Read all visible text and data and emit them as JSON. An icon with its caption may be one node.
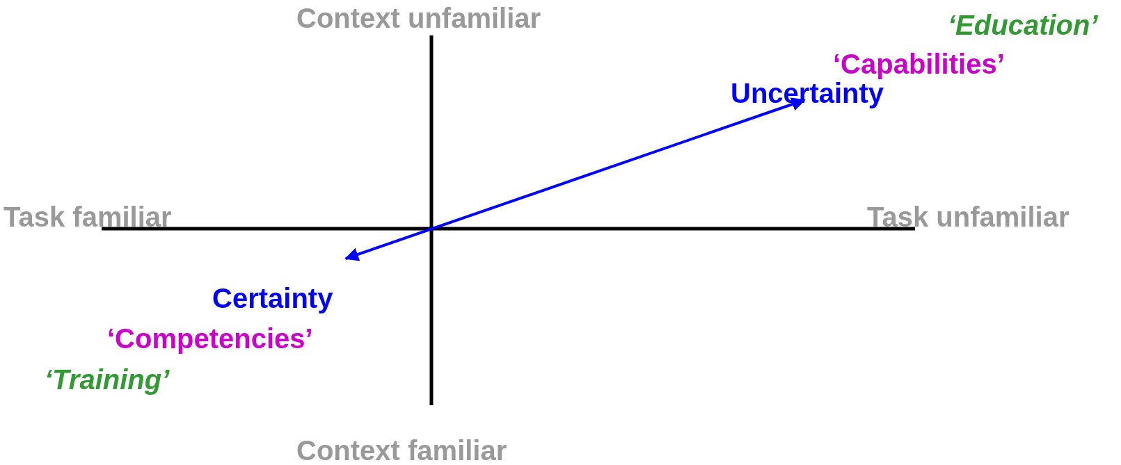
{
  "diagram": {
    "labels": [
      "Context unfamiliar",
      "‘Education’",
      "‘Capabilities’",
      "Uncertainty",
      "Task familiar",
      "Task unfamiliar",
      "Certainty",
      "‘Competencies’",
      "‘Training’",
      "Context familiar"
    ]
  }
}
